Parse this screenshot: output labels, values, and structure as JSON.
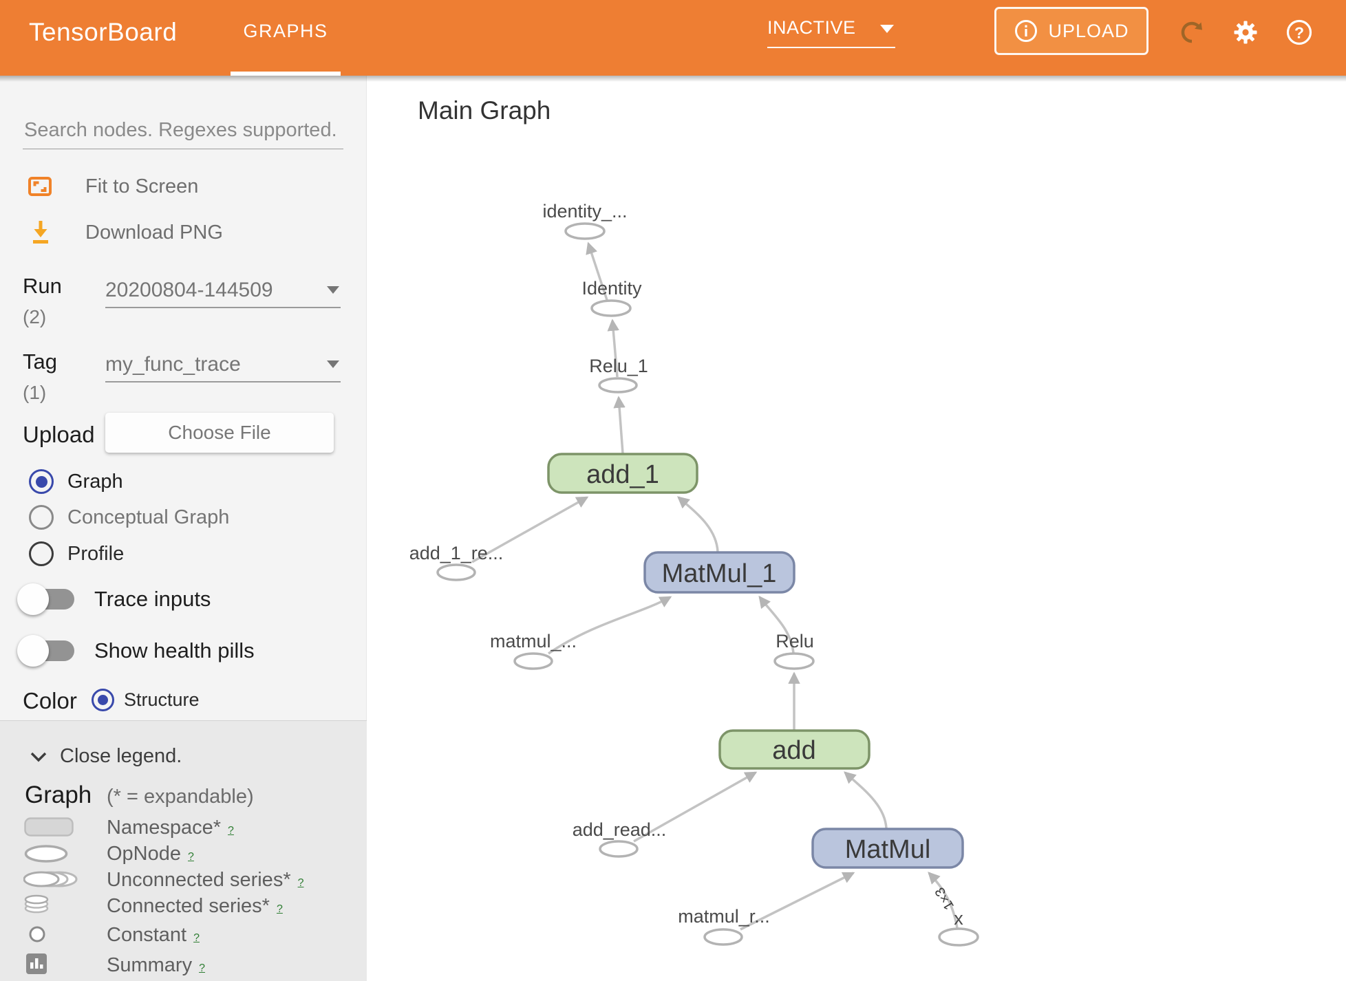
{
  "header": {
    "app_title": "TensorBoard",
    "tab": "GRAPHS",
    "status_dropdown": "INACTIVE",
    "upload_button": "UPLOAD",
    "icons": {
      "info": "i",
      "refresh": "refresh-arrow",
      "settings": "gear",
      "help": "?"
    }
  },
  "sidebar": {
    "search": {
      "placeholder": "Search nodes. Regexes supported."
    },
    "fit_to_screen": "Fit to Screen",
    "download_png": "Download PNG",
    "run": {
      "label": "Run",
      "count": "(2)",
      "value": "20200804-144509"
    },
    "tag": {
      "label": "Tag",
      "count": "(1)",
      "value": "my_func_trace"
    },
    "upload": {
      "label": "Upload",
      "button": "Choose File"
    },
    "views": {
      "graph": "Graph",
      "conceptual": "Conceptual Graph",
      "profile": "Profile",
      "selected": "Graph"
    },
    "toggles": [
      {
        "label": "Trace inputs",
        "on": false
      },
      {
        "label": "Show health pills",
        "on": false
      }
    ],
    "color_by": {
      "label": "Color",
      "value": "Structure"
    },
    "legend": {
      "close": "Close legend.",
      "heading": "Graph",
      "note": "(* = expandable)",
      "items": [
        {
          "label": "Namespace*",
          "help": "?",
          "icon": "namespace-rect"
        },
        {
          "label": "OpNode",
          "help": "?",
          "icon": "opnode-ellipse"
        },
        {
          "label": "Unconnected series*",
          "help": "?",
          "icon": "unconnected-series"
        },
        {
          "label": "Connected series*",
          "help": "?",
          "icon": "connected-series"
        },
        {
          "label": "Constant",
          "help": "?",
          "icon": "constant-circle"
        },
        {
          "label": "Summary",
          "help": "?",
          "icon": "summary-chart"
        }
      ]
    }
  },
  "main": {
    "title": "Main Graph",
    "edge_label": "1×3",
    "nodes": {
      "identity_out": "identity_...",
      "identity": "Identity",
      "relu_1": "Relu_1",
      "add_1": "add_1",
      "add_1_read": "add_1_re...",
      "matmul_1": "MatMul_1",
      "matmul_read_top": "matmul_...",
      "relu": "Relu",
      "add": "add",
      "add_read": "add_read...",
      "matmul": "MatMul",
      "matmul_read": "matmul_r...",
      "x": "x"
    }
  },
  "colors": {
    "header_orange": "#ee7e33",
    "upload_button_orange": "#f29043",
    "accent_radio_indigo": "#3949ab",
    "node_green_fill": "#cde4bc",
    "node_green_stroke": "#7d9468",
    "node_blue_fill": "#bac5dd",
    "node_blue_stroke": "#7b87a6",
    "edge_grey": "#c3c3c3",
    "help_link_green": "#2e7d32",
    "sidebar_bg": "#f4f4f4",
    "legend_bg": "#e9e9e9"
  }
}
